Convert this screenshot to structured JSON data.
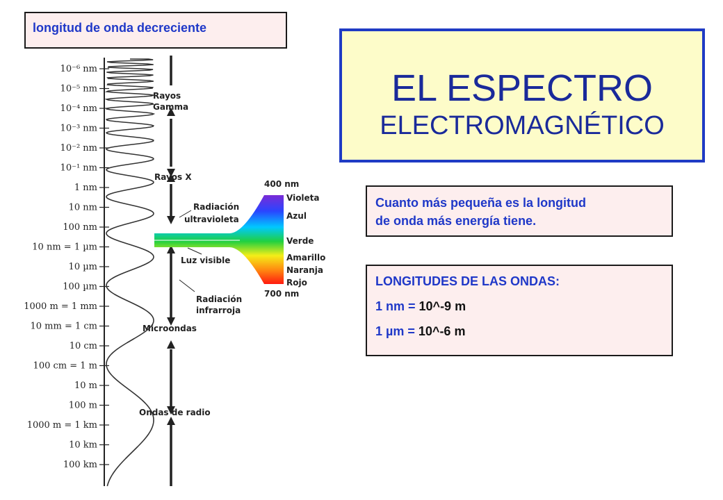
{
  "top_note": "longitud de onda decreciente",
  "title": {
    "line1": "EL ESPECTRO",
    "line2": "ELECTROMAGNÉTICO"
  },
  "energy_note": {
    "line1": "Cuanto más pequeña es la longitud",
    "line2": "de onda más energía tiene."
  },
  "units": {
    "heading": "LONGITUDES DE LAS ONDAS:",
    "row1_prefix": "1 nm = ",
    "row1_value": "10^-9 m",
    "row2_prefix": "1 µm = ",
    "row2_value": "10^-6 m"
  },
  "scale": {
    "ticks": [
      "10⁻⁶ nm",
      "10⁻⁵ nm",
      "10⁻⁴ nm",
      "10⁻³ nm",
      "10⁻² nm",
      "10⁻¹ nm",
      "1 nm",
      "10 nm",
      "100 nm",
      "10 nm = 1 µm",
      "10 µm",
      "100 µm",
      "1000 m = 1 mm",
      "10 mm = 1 cm",
      "10 cm",
      "100 cm = 1 m",
      "10 m",
      "100 m",
      "1000 m = 1 km",
      "10 km",
      "100 km"
    ]
  },
  "bands": {
    "gamma_1": "Rayos",
    "gamma_2": "Gamma",
    "xray": "Rayos X",
    "uv_1": "Radiación",
    "uv_2": "ultravioleta",
    "visible": "Luz visible",
    "ir_1": "Radiación",
    "ir_2": "infrarroja",
    "micro": "Microondas",
    "radio": "Ondas de radio"
  },
  "visible_spectrum": {
    "start": "400 nm",
    "end": "700 nm",
    "colors": [
      "Violeta",
      "Azul",
      "Verde",
      "Amarillo",
      "Naranja",
      "Rojo"
    ]
  }
}
